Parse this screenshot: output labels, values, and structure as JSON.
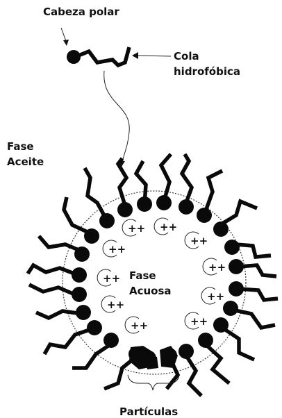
{
  "labels": {
    "polar_head": "Cabeza polar",
    "tail_line1": "Cola",
    "tail_line2": "hidrofóbica",
    "oil_line1": "Fase",
    "oil_line2": "Aceite",
    "aqueous_line1": "Fase",
    "aqueous_line2": "Acuosa",
    "particles": "Partículas"
  },
  "ion_symbol": "++",
  "colors": {
    "ink": "#0a0a0a",
    "background": "#ffffff"
  }
}
